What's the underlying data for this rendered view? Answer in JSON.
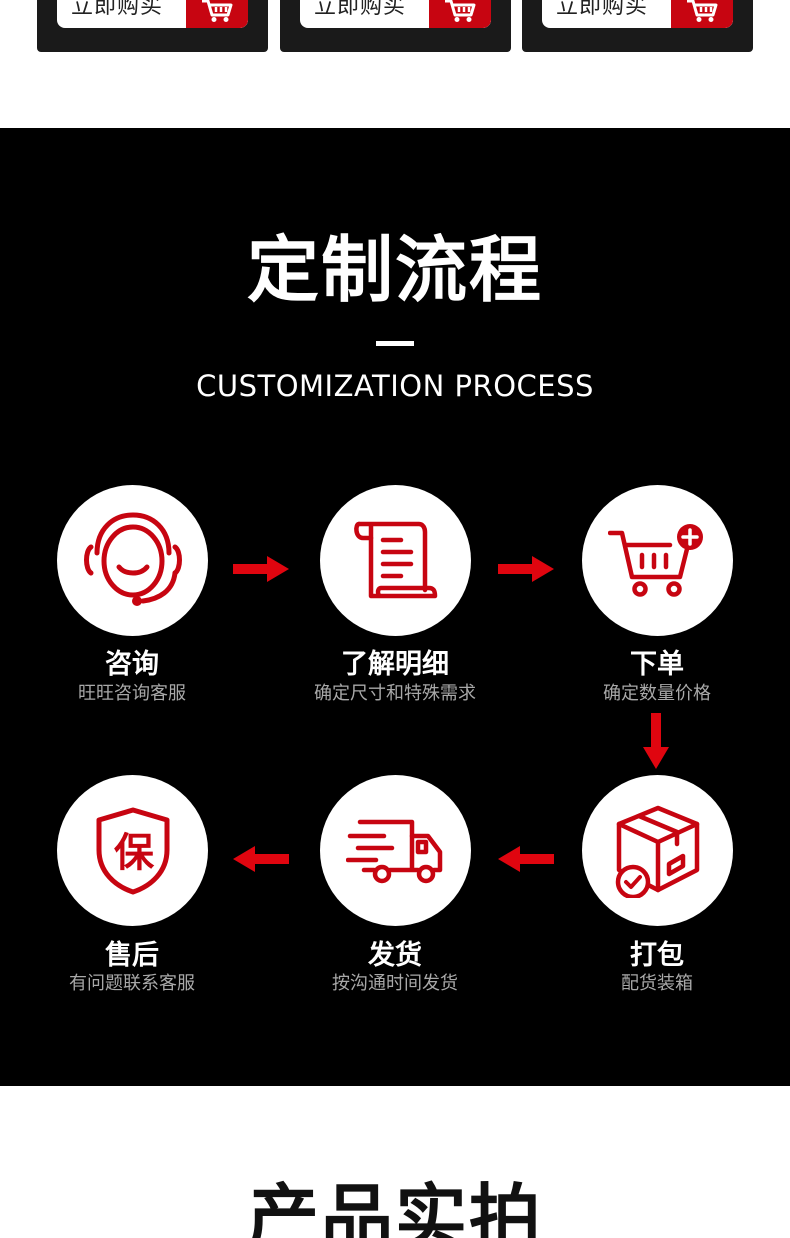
{
  "buy_buttons": [
    {
      "label": "立即购买"
    },
    {
      "label": "立即购买"
    },
    {
      "label": "立即购买"
    }
  ],
  "process": {
    "title": "定制流程",
    "subtitle": "CUSTOMIZATION PROCESS",
    "steps": [
      {
        "title": "咨询",
        "desc": "旺旺咨询客服",
        "icon": "customer-service-headset-icon"
      },
      {
        "title": "了解明细",
        "desc": "确定尺寸和特殊需求",
        "icon": "scroll-document-icon"
      },
      {
        "title": "下单",
        "desc": "确定数量价格",
        "icon": "add-to-cart-icon"
      },
      {
        "title": "打包",
        "desc": "配货装箱",
        "icon": "package-box-check-icon"
      },
      {
        "title": "发货",
        "desc": "按沟通时间发货",
        "icon": "delivery-truck-icon"
      },
      {
        "title": "售后",
        "desc": "有问题联系客服",
        "icon": "shield-guarantee-icon"
      }
    ],
    "colors": {
      "accent": "#c70511",
      "background": "#000000",
      "circle": "#ffffff",
      "desc_text": "#a8a8a8"
    }
  },
  "next_section": {
    "title": "产品实拍"
  }
}
